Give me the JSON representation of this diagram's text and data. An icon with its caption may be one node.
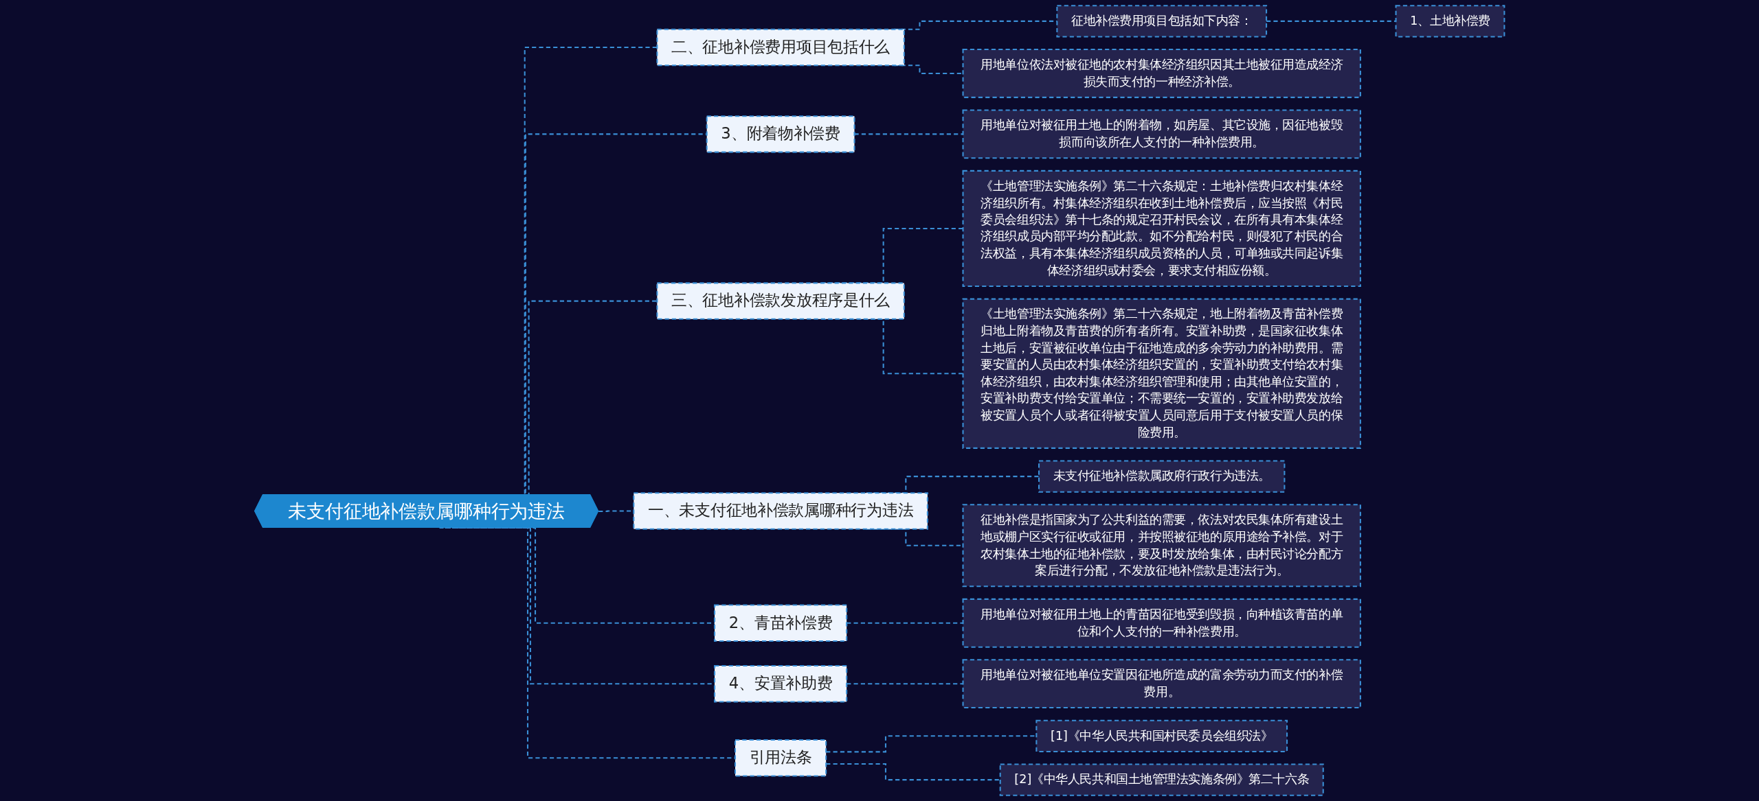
{
  "diagram": {
    "nodes": [
      {
        "text": [
          "未支付征地补偿款属哪种行为违法"
        ]
      },
      {
        "text": [
          "二、征地补偿费用项目包括什么"
        ]
      },
      {
        "text": [
          "征地补偿费用项目包括如下内容："
        ]
      },
      {
        "text": [
          "1、土地补偿费"
        ]
      },
      {
        "text": [
          "用地单位依法对被征地的农村集体经济组织因其土地被征用造成经济损失而支付的一种经济补偿。"
        ]
      },
      {
        "text": [
          "3、附着物补偿费"
        ]
      },
      {
        "text": [
          "用地单位对被征用土地上的附着物，如房屋、其它设施，因征地被毁损而向该所在人支付的一种补偿费用。"
        ]
      },
      {
        "text": [
          "三、征地补偿款发放程序是什么"
        ]
      },
      {
        "text": [
          "《土地管理法实施条例》第二十六条规定：土地补偿费归农村集体经济组织所有。村集体经济组织在收到土地补偿费后，应当按照《村民委员会组织法》第十七条的规定召开村民会议，在所有具有本集体经济组织成员内部平均分配此款。如不分配给村民，则侵犯了村民的合法权益，具有本集体经济组织成员资格的人员，可单独或共同起诉集体经济组织或村委会，要求支付相应份额。"
        ]
      },
      {
        "text": [
          "《土地管理法实施条例》第二十六条规定，地上附着物及青苗补偿费归地上附着物及青苗费的所有者所有。安置补助费，是国家征收集体土地后，安置被征收单位由于征地造成的多余劳动力的补助费用。需要安置的人员由农村集体经济组织安置的，安置补助费支付给农村集体经济组织，由农村集体经济组织管理和使用；由其他单位安置的，安置补助费支付给安置单位；不需要统一安置的，安置补助费发放给被安置人员个人或者征得被安置人员同意后用于支付被安置人员的保险费用。"
        ]
      },
      {
        "text": [
          "一、未支付征地补偿款属哪种行为违法"
        ]
      },
      {
        "text": [
          "未支付征地补偿款属政府行政行为违法。"
        ]
      },
      {
        "text": [
          "征地补偿是指国家为了公共利益的需要，依法对农民集体所有建设土地或棚户区实行征收或征用，并按照被征地的原用途给予补偿。对于农村集体土地的征地补偿款，要及时发放给集体，由村民讨论分配方案后进行分配，不发放征地补偿款是违法行为。"
        ]
      },
      {
        "text": [
          "2、青苗补偿费"
        ]
      },
      {
        "text": [
          "用地单位对被征用土地上的青苗因征地受到毁损，向种植该青苗的单位和个人支付的一种补偿费用。"
        ]
      },
      {
        "text": [
          "4、安置补助费"
        ]
      },
      {
        "text": [
          "用地单位对被征地单位安置因征地所造成的富余劳动力而支付的补偿费用。"
        ]
      },
      {
        "text": [
          "引用法条"
        ]
      },
      {
        "text": [
          "[1]《中华人民共和国村民委员会组织法》"
        ]
      },
      {
        "text": [
          "[2]《中华人民共和国土地管理法实施条例》第二十六条"
        ]
      }
    ],
    "edges": [
      {
        "from": 0,
        "to": 1,
        "arrow": "none",
        "style": "dashed"
      },
      {
        "from": 1,
        "to": 2,
        "arrow": "none",
        "style": "dashed"
      },
      {
        "from": 2,
        "to": 3,
        "arrow": "none",
        "style": "dashed"
      },
      {
        "from": 1,
        "to": 4,
        "arrow": "none",
        "style": "dashed"
      },
      {
        "from": 0,
        "to": 5,
        "arrow": "none",
        "style": "dashed"
      },
      {
        "from": 5,
        "to": 6,
        "arrow": "none",
        "style": "dashed"
      },
      {
        "from": 0,
        "to": 7,
        "arrow": "none",
        "style": "dashed"
      },
      {
        "from": 7,
        "to": 8,
        "arrow": "none",
        "style": "dashed"
      },
      {
        "from": 7,
        "to": 9,
        "arrow": "none",
        "style": "dashed"
      },
      {
        "from": 0,
        "to": 10,
        "arrow": "none",
        "style": "dashed"
      },
      {
        "from": 10,
        "to": 11,
        "arrow": "none",
        "style": "dashed"
      },
      {
        "from": 10,
        "to": 12,
        "arrow": "none",
        "style": "dashed"
      },
      {
        "from": 0,
        "to": 13,
        "arrow": "none",
        "style": "dashed"
      },
      {
        "from": 13,
        "to": 14,
        "arrow": "none",
        "style": "dashed"
      },
      {
        "from": 0,
        "to": 15,
        "arrow": "none",
        "style": "dashed"
      },
      {
        "from": 15,
        "to": 16,
        "arrow": "none",
        "style": "dashed"
      },
      {
        "from": 0,
        "to": 17,
        "arrow": "none",
        "style": "dashed"
      },
      {
        "from": 17,
        "to": 18,
        "arrow": "none",
        "style": "dashed"
      },
      {
        "from": 17,
        "to": 19,
        "arrow": "none",
        "style": "dashed"
      }
    ]
  }
}
